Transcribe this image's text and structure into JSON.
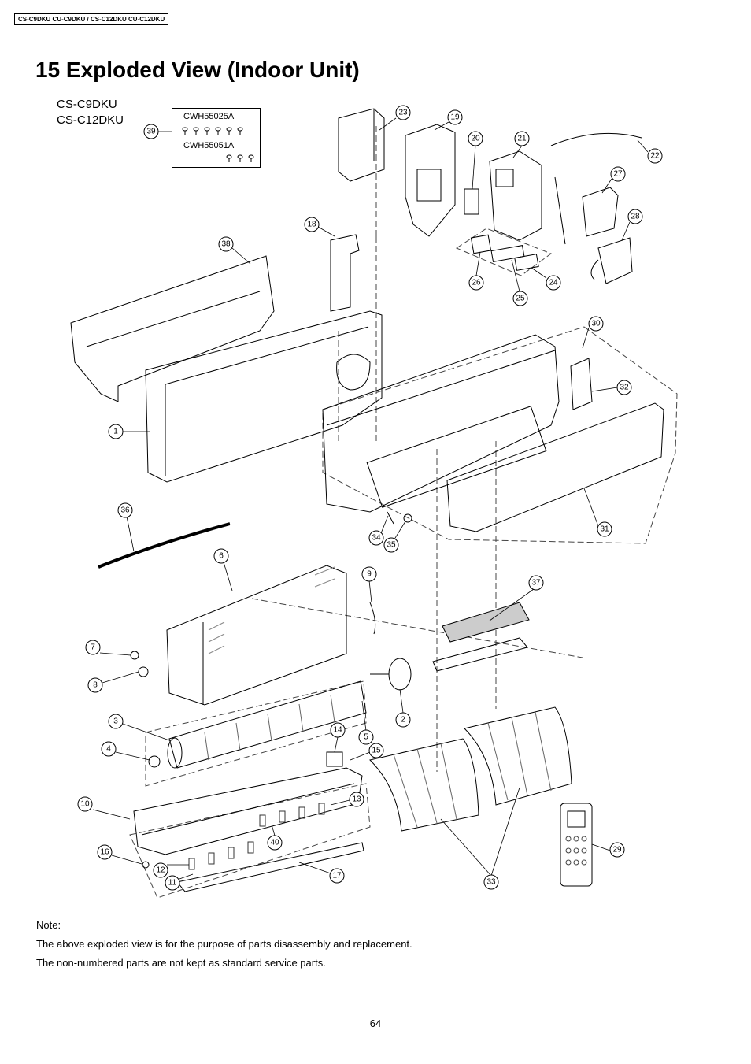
{
  "header": {
    "doc_ref": "CS-C9DKU CU-C9DKU / CS-C12DKU CU-C12DKU"
  },
  "page_title": "15 Exploded View (Indoor Unit)",
  "models": [
    "CS-C9DKU",
    "CS-C12DKU"
  ],
  "screw_kit": {
    "number": "39",
    "codes": [
      "CWH55025A",
      "CWH55051A"
    ]
  },
  "callouts": {
    "c1": "1",
    "c2": "2",
    "c3": "3",
    "c4": "4",
    "c5": "5",
    "c6": "6",
    "c7": "7",
    "c8": "8",
    "c9": "9",
    "c10": "10",
    "c11": "11",
    "c12": "12",
    "c13": "13",
    "c14": "14",
    "c15": "15",
    "c16": "16",
    "c17": "17",
    "c18": "18",
    "c19": "19",
    "c20": "20",
    "c21": "21",
    "c22": "22",
    "c23": "23",
    "c24": "24",
    "c25": "25",
    "c26": "26",
    "c27": "27",
    "c28": "28",
    "c29": "29",
    "c30": "30",
    "c31": "31",
    "c32": "32",
    "c33": "33",
    "c34": "34",
    "c35": "35",
    "c36": "36",
    "c37": "37",
    "c38": "38",
    "c40": "40"
  },
  "note": {
    "heading": "Note:",
    "lines": [
      "The above exploded view is for the purpose of parts disassembly and replacement.",
      "The non-numbered parts are not kept as standard service parts."
    ]
  },
  "page_number": "64"
}
